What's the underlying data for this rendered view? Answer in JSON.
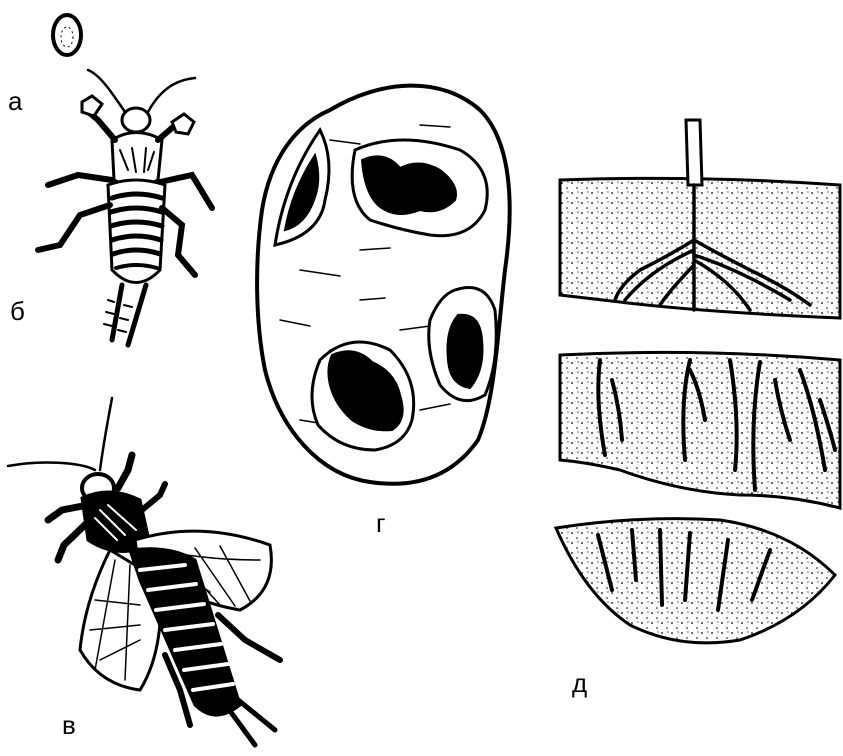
{
  "labels": {
    "a": "а",
    "b": "б",
    "v": "в",
    "g": "г",
    "d": "д"
  },
  "colors": {
    "ink": "#000000",
    "paper": "#ffffff"
  }
}
